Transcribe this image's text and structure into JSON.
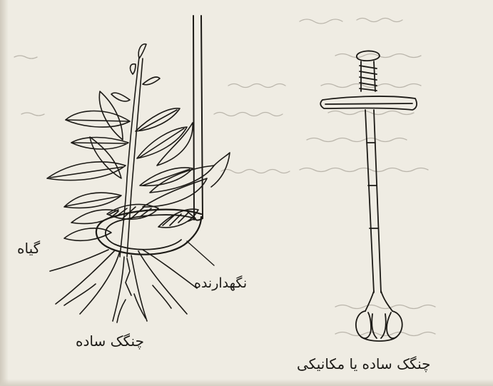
{
  "labels": {
    "plant": "گیاه",
    "holder": "نگهدارنده",
    "simple_fork": "چنگک ساده",
    "simple_or_mechanical_fork": "چنگک ساده یا مکانیکی"
  },
  "colors": {
    "paper": "#efece3",
    "ink": "#1c1a16",
    "faint_ink": "#8f8a80"
  },
  "icons": [
    "plant-illustration",
    "holder-rod-illustration",
    "mechanical-fork-illustration"
  ]
}
